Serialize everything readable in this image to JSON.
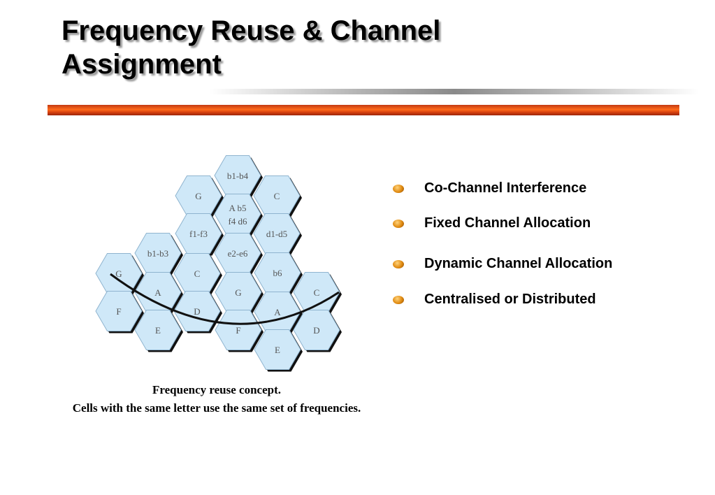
{
  "title": {
    "line1": "Frequency Reuse & Channel",
    "line2": "Assignment"
  },
  "diagram": {
    "cells": [
      {
        "id": "top-b1b4",
        "label": "b1-b4"
      },
      {
        "id": "top-g",
        "label": "G"
      },
      {
        "id": "top-c",
        "label": "C"
      },
      {
        "id": "top-a",
        "label": "A b5",
        "label2": "f4 d6"
      },
      {
        "id": "top-f",
        "label": "f1-f3"
      },
      {
        "id": "top-d",
        "label": "d1-d5"
      },
      {
        "id": "top-e",
        "label": "e2-e6"
      },
      {
        "id": "left-b",
        "label": "b1-b3"
      },
      {
        "id": "left-g",
        "label": "G"
      },
      {
        "id": "left-c",
        "label": "C"
      },
      {
        "id": "left-a",
        "label": "A"
      },
      {
        "id": "left-f",
        "label": "F"
      },
      {
        "id": "left-d",
        "label": "D"
      },
      {
        "id": "left-e",
        "label": "E"
      },
      {
        "id": "right-b",
        "label": "b6"
      },
      {
        "id": "right-g",
        "label": "G"
      },
      {
        "id": "right-c",
        "label": "C"
      },
      {
        "id": "right-a",
        "label": "A"
      },
      {
        "id": "right-f",
        "label": "F"
      },
      {
        "id": "right-d",
        "label": "D"
      },
      {
        "id": "right-e",
        "label": "E"
      }
    ]
  },
  "caption": {
    "line1": "Frequency reuse concept.",
    "line2": "Cells with the same letter use the same set of frequencies."
  },
  "bullets": [
    {
      "text": "Co-Channel Interference"
    },
    {
      "text": "Fixed Channel Allocation"
    },
    {
      "text": "Dynamic Channel Allocation"
    },
    {
      "text": "Centralised or Distributed"
    }
  ],
  "colors": {
    "hex_fill": "#cfe8f8",
    "accent_bar": "#d8420f",
    "bullet": "#e08a10"
  }
}
